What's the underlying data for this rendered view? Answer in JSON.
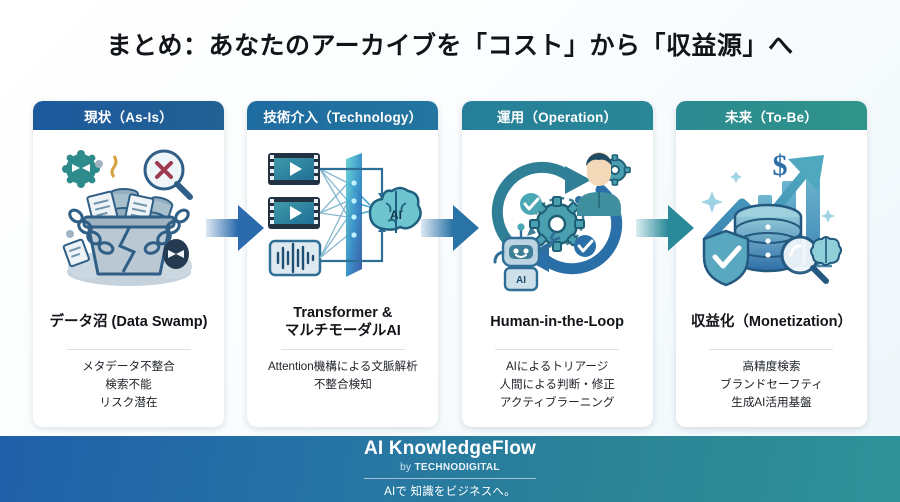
{
  "slide": {
    "title": "まとめ：あなたのアーカイブを「コスト」から「収益源」へ"
  },
  "colors": {
    "header_1": "#1c5a9e",
    "header_2": "#1e6ba0",
    "header_3": "#257f9a",
    "header_4": "#2e8e8e",
    "arrow_1": "#2a6aad",
    "arrow_2": "#2a73a6",
    "arrow_3": "#2b8a99",
    "footer_left": "#1f5fa8",
    "footer_right": "#2e9298",
    "title_text": "#111418"
  },
  "cards": [
    {
      "header": "現状（As-Is）",
      "title": "データ沼 (Data Swamp)",
      "title_line2": "",
      "icon": "data-swamp-illustration",
      "bullets": [
        "メタデータ不整合",
        "検索不能",
        "リスク潜在"
      ]
    },
    {
      "header": "技術介入（Technology）",
      "title": "Transformer &",
      "title_line2": "マルチモーダルAI",
      "icon": "multimodal-ai-illustration",
      "bullets": [
        "Attention機構による文脈解析",
        "不整合検知"
      ]
    },
    {
      "header": "運用（Operation）",
      "title": "Human-in-the-Loop",
      "title_line2": "",
      "icon": "human-in-the-loop-illustration",
      "bullets": [
        "AIによるトリアージ",
        "人間による判断・修正",
        "アクティブラーニング"
      ]
    },
    {
      "header": "未来（To-Be）",
      "title": "収益化（Monetization）",
      "title_line2": "",
      "icon": "monetization-illustration",
      "bullets": [
        "高精度検索",
        "ブランドセーフティ",
        "生成AI活用基盤"
      ]
    }
  ],
  "arrows": [
    {
      "name": "arrow-as-is-to-technology"
    },
    {
      "name": "arrow-technology-to-operation"
    },
    {
      "name": "arrow-operation-to-to-be"
    }
  ],
  "footer": {
    "brand": "AI KnowledgeFlow",
    "by_word": "by",
    "company": "TECHNODIGITAL",
    "tagline": "AIで 知識をビジネスへ。"
  },
  "illustration_labels": {
    "brain_ai": "AI",
    "robot_ai": "AI",
    "dollar": "$",
    "magnifier_x": "✕",
    "check": "✓"
  }
}
